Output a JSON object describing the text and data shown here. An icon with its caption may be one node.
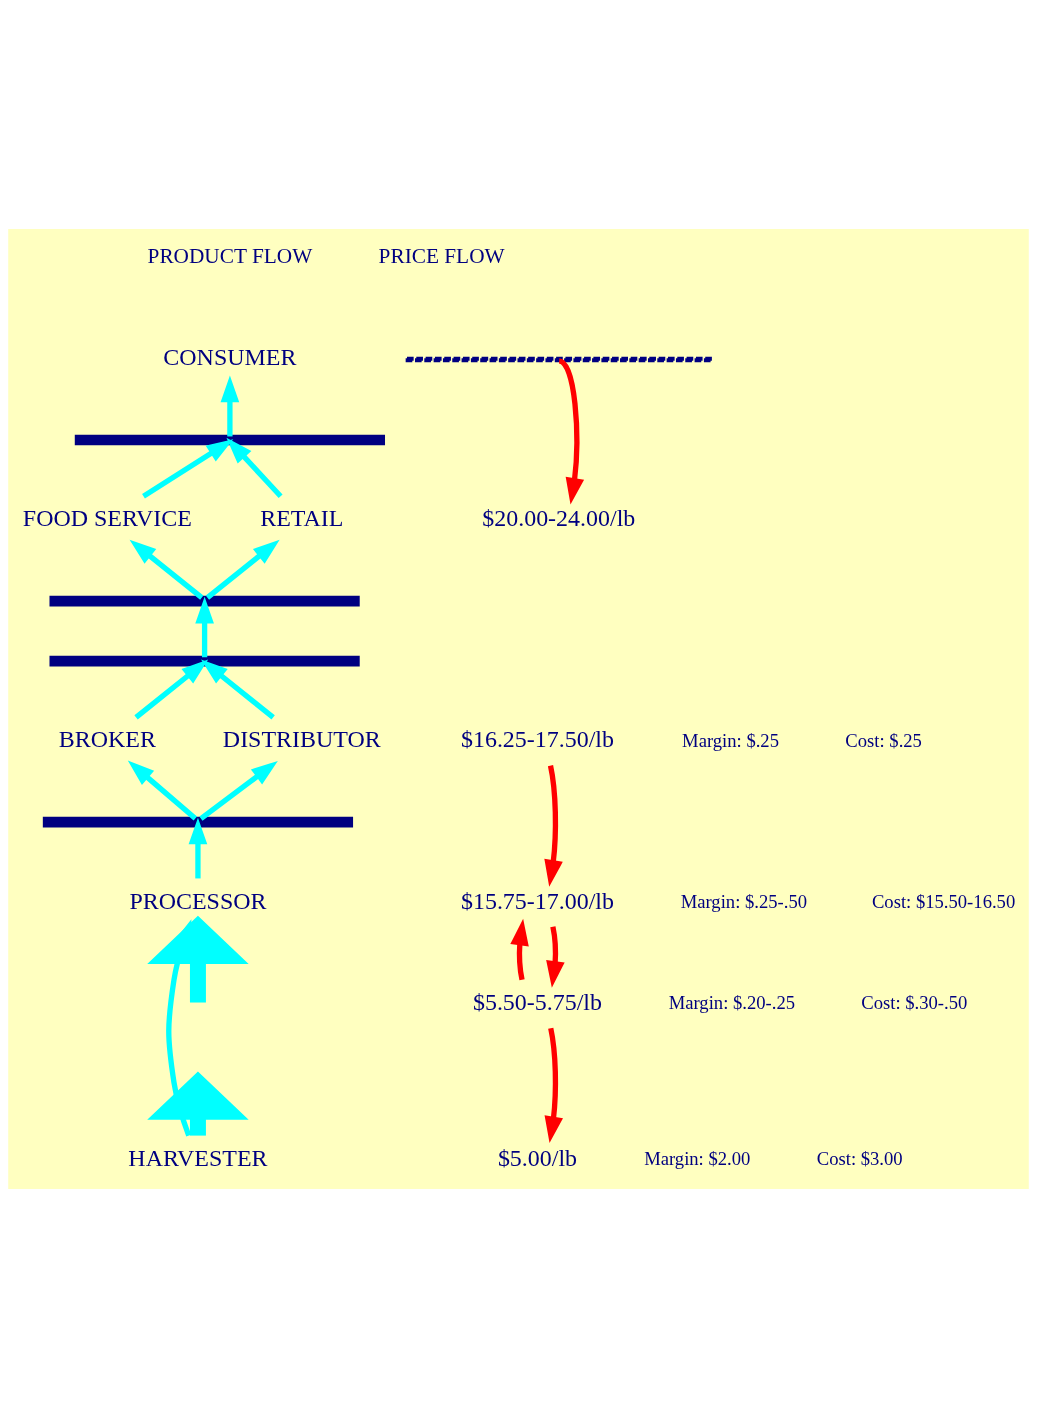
{
  "diagram": {
    "nodes": [
      {
        "text": [
          "CONSUMER"
        ]
      },
      {
        "text": [],
        "shape": "bar"
      },
      {
        "text": [],
        "shape": "bar"
      },
      {
        "text": [
          "FOOD SERVICE"
        ]
      },
      {
        "text": [
          "RETAIL"
        ]
      },
      {
        "text": [
          "$20.00-24.00/lb"
        ]
      },
      {
        "text": [],
        "shape": "bar"
      },
      {
        "text": [],
        "shape": "bar"
      },
      {
        "text": [
          "BROKER"
        ]
      },
      {
        "text": [
          "DISTRIBUTOR"
        ]
      },
      {
        "text": [
          "$16.25-17.50/lb"
        ]
      },
      {
        "text": [],
        "shape": "bar"
      },
      {
        "text": [
          "PROCESSOR"
        ]
      },
      {
        "text": [
          "$15.75-17.00/lb"
        ]
      },
      {
        "text": [
          "$5.50-5.75/lb"
        ]
      },
      {
        "text": [
          "HARVESTER"
        ]
      },
      {
        "text": [
          "$5.00/lb"
        ]
      }
    ],
    "edges": [
      {
        "from": 2,
        "to": 0,
        "arrow": "to"
      },
      {
        "from": 3,
        "to": 2,
        "arrow": "to"
      },
      {
        "from": 4,
        "to": 2,
        "arrow": "to"
      },
      {
        "from": 6,
        "to": 3,
        "arrow": "to"
      },
      {
        "from": 6,
        "to": 4,
        "arrow": "to"
      },
      {
        "from": 7,
        "to": 6,
        "arrow": "to"
      },
      {
        "from": 8,
        "to": 7,
        "arrow": "to"
      },
      {
        "from": 9,
        "to": 7,
        "arrow": "to"
      },
      {
        "from": 11,
        "to": 8,
        "arrow": "to"
      },
      {
        "from": 11,
        "to": 9,
        "arrow": "to"
      },
      {
        "from": 12,
        "to": 11,
        "arrow": "to"
      },
      {
        "from": 15,
        "to": 12,
        "arrow": "to"
      },
      {
        "from": 15,
        "to": null,
        "arrow": "to",
        "style": "thick"
      },
      {
        "from": null,
        "to": 12,
        "arrow": "to",
        "style": "thick"
      },
      {
        "from": 1,
        "to": 5,
        "arrow": "to",
        "color": "#ff0000"
      },
      {
        "from": 10,
        "to": 13,
        "arrow": "to",
        "color": "#ff0000"
      },
      {
        "from": 14,
        "to": 13,
        "arrow": "to",
        "color": "#ff0000"
      },
      {
        "from": 13,
        "to": 14,
        "arrow": "to",
        "color": "#ff0000"
      },
      {
        "from": 14,
        "to": 16,
        "arrow": "to",
        "color": "#ff0000"
      }
    ],
    "labels": [
      "Margin: $.25",
      "Cost: $.25",
      "Margin: $.25-.50",
      "Cost: $15.50-16.50",
      "Margin: $.20-.25",
      "Cost: $.30-.50",
      "Margin: $2.00",
      "Cost: $3.00"
    ],
    "legend": [
      {
        "text": "PRODUCT FLOW"
      },
      {
        "text": "PRICE FLOW"
      }
    ]
  }
}
